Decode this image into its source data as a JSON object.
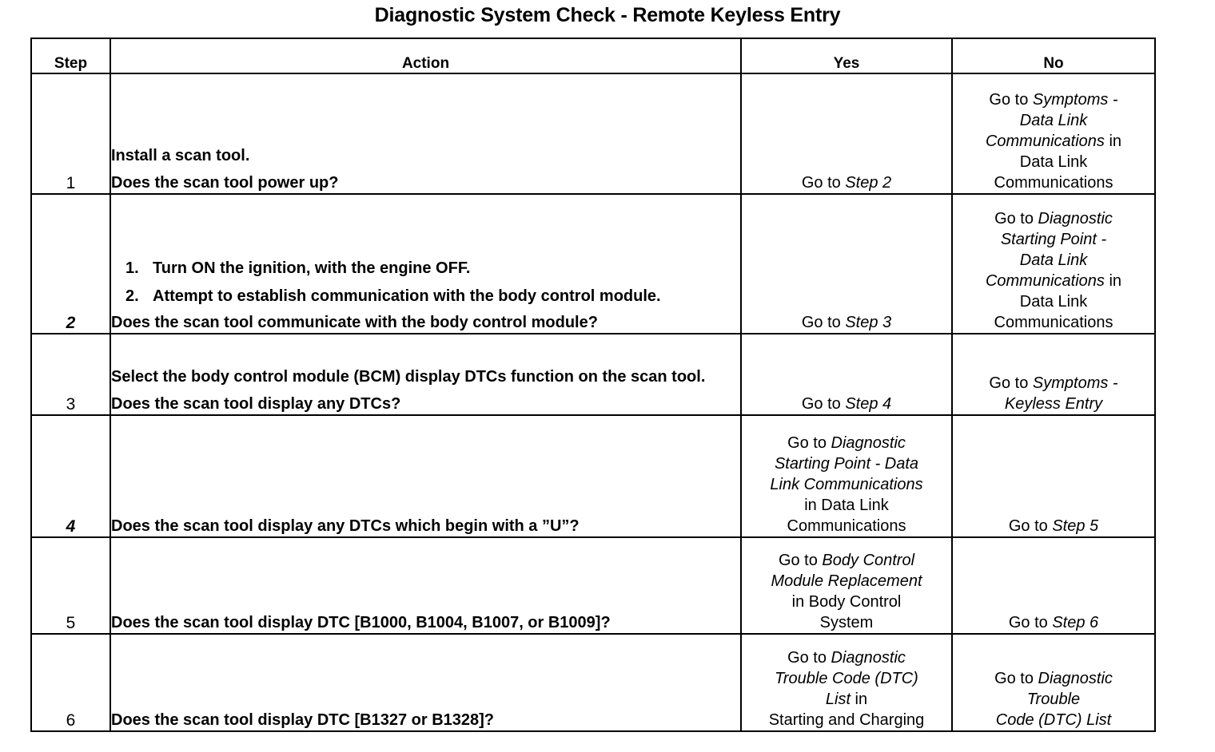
{
  "document": {
    "title": "Diagnostic System Check - Remote Keyless Entry"
  },
  "table": {
    "headers": {
      "step": "Step",
      "action": "Action",
      "yes": "Yes",
      "no": "No"
    },
    "rows": [
      {
        "step": "1",
        "step_style": "roman",
        "action": {
          "paragraphs": [
            "Install a scan tool.",
            "Does the scan tool power up?"
          ],
          "list": []
        },
        "yes": {
          "lines": [
            {
              "pre": "Go to ",
              "italic": "Step 2",
              "post": ""
            }
          ]
        },
        "no": {
          "lines": [
            {
              "pre": "Go to ",
              "italic": "Symptoms -",
              "post": ""
            },
            {
              "pre": "",
              "italic": "Data Link",
              "post": ""
            },
            {
              "pre": "",
              "italic": "Communications",
              "post": " in"
            },
            {
              "pre": "",
              "italic": "",
              "post": "Data Link"
            },
            {
              "pre": "",
              "italic": "",
              "post": "Communications"
            }
          ]
        }
      },
      {
        "step": "2",
        "step_style": "italic",
        "action": {
          "paragraphs": [
            "Does the scan tool communicate with the body control module?"
          ],
          "list": [
            {
              "marker": "1.",
              "text": "Turn ON the ignition, with the engine OFF."
            },
            {
              "marker": "2.",
              "text": "Attempt to establish communication with the body control module."
            }
          ]
        },
        "yes": {
          "lines": [
            {
              "pre": "Go to ",
              "italic": "Step 3",
              "post": ""
            }
          ]
        },
        "no": {
          "lines": [
            {
              "pre": "Go to ",
              "italic": "Diagnostic",
              "post": ""
            },
            {
              "pre": "",
              "italic": "Starting Point -",
              "post": ""
            },
            {
              "pre": "",
              "italic": "Data Link",
              "post": ""
            },
            {
              "pre": "",
              "italic": "Communications",
              "post": " in"
            },
            {
              "pre": "",
              "italic": "",
              "post": "Data Link"
            },
            {
              "pre": "",
              "italic": "",
              "post": "Communications"
            }
          ]
        }
      },
      {
        "step": "3",
        "step_style": "roman",
        "action": {
          "paragraphs": [
            "Select the body control module (BCM) display DTCs function on the scan tool.",
            "Does the scan tool display any DTCs?"
          ],
          "list": []
        },
        "yes": {
          "lines": [
            {
              "pre": "Go to ",
              "italic": "Step 4",
              "post": ""
            }
          ]
        },
        "no": {
          "lines": [
            {
              "pre": "Go to ",
              "italic": "Symptoms -",
              "post": ""
            },
            {
              "pre": "",
              "italic": "Keyless Entry",
              "post": ""
            }
          ]
        }
      },
      {
        "step": "4",
        "step_style": "italic",
        "action": {
          "paragraphs": [
            "Does the scan tool display any DTCs which begin with a ”U”?"
          ],
          "list": []
        },
        "yes": {
          "lines": [
            {
              "pre": "Go to ",
              "italic": "Diagnostic",
              "post": ""
            },
            {
              "pre": "",
              "italic": "Starting Point - Data",
              "post": ""
            },
            {
              "pre": "",
              "italic": "Link Communications",
              "post": ""
            },
            {
              "pre": "",
              "italic": "",
              "post": "in Data Link"
            },
            {
              "pre": "",
              "italic": "",
              "post": "Communications"
            }
          ]
        },
        "no": {
          "lines": [
            {
              "pre": "Go to ",
              "italic": "Step 5",
              "post": ""
            }
          ]
        }
      },
      {
        "step": "5",
        "step_style": "roman",
        "action": {
          "paragraphs": [
            "Does the scan tool display DTC [B1000, B1004, B1007, or B1009]?"
          ],
          "list": []
        },
        "yes": {
          "lines": [
            {
              "pre": "Go to ",
              "italic": "Body Control",
              "post": ""
            },
            {
              "pre": "",
              "italic": "Module Replacement",
              "post": ""
            },
            {
              "pre": "",
              "italic": "",
              "post": "in Body Control"
            },
            {
              "pre": "",
              "italic": "",
              "post": "System"
            }
          ]
        },
        "no": {
          "lines": [
            {
              "pre": "Go to ",
              "italic": "Step 6",
              "post": ""
            }
          ]
        }
      },
      {
        "step": "6",
        "step_style": "roman",
        "action": {
          "paragraphs": [
            "Does the scan tool display DTC [B1327 or B1328]?"
          ],
          "list": []
        },
        "yes": {
          "lines": [
            {
              "pre": "Go to ",
              "italic": "Diagnostic",
              "post": ""
            },
            {
              "pre": "",
              "italic": "Trouble Code (DTC)",
              "post": ""
            },
            {
              "pre": "",
              "italic": "List",
              "post": " in"
            },
            {
              "pre": "",
              "italic": "",
              "post": "Starting and Charging"
            }
          ]
        },
        "no": {
          "lines": [
            {
              "pre": "Go to ",
              "italic": "Diagnostic",
              "post": ""
            },
            {
              "pre": "",
              "italic": "Trouble",
              "post": ""
            },
            {
              "pre": "",
              "italic": "Code (DTC) List",
              "post": ""
            }
          ]
        }
      }
    ]
  }
}
